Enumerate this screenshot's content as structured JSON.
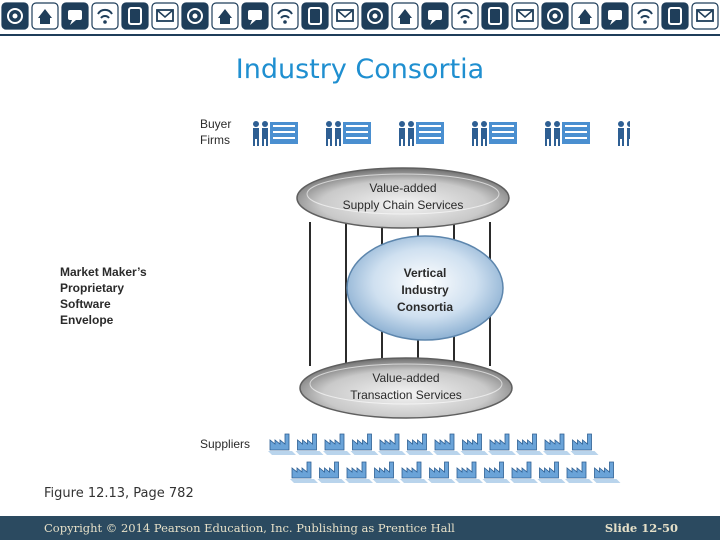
{
  "slide": {
    "title": "Industry Consortia",
    "caption": "Figure 12.13, Page 782",
    "footer_left": "Copyright © 2014 Pearson Education, Inc. Publishing as Prentice Hall",
    "footer_right": "Slide 12-50"
  },
  "banner": {
    "icons": [
      "at-icon",
      "chat-icon",
      "speaker-icon",
      "thumbs-up-icon",
      "globe-icon",
      "home-icon",
      "music-icon",
      "plug-icon",
      "wifi-icon",
      "phone-icon",
      "cart-icon",
      "mail-icon"
    ]
  },
  "diagram": {
    "buyer_label": "Buyer\nFirms",
    "market_maker_label": "Market Maker’s\nProprietary\nSoftware\nEnvelope",
    "suppliers_label": "Suppliers",
    "top_oval": [
      "Value-added",
      "Supply Chain Services"
    ],
    "middle_oval": [
      "Vertical",
      "Industry",
      "Consortia"
    ],
    "bottom_oval": [
      "Value-added",
      "Transaction Services"
    ],
    "buyer_count": 6,
    "supplier_count": 24
  },
  "colors": {
    "title": "#1f8fd0",
    "footer_bg": "#2b4a60",
    "footer_text": "#e6e0c8",
    "building": "#4a8fd0",
    "oval_gray": "#8a8a8a",
    "oval_blue": "#8fb3d6"
  }
}
